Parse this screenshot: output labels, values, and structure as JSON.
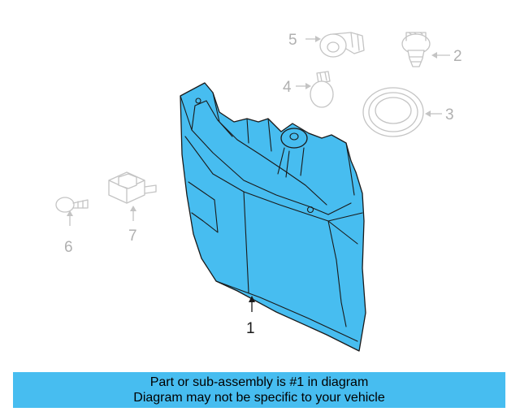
{
  "colors": {
    "main_part": "#47bdf0",
    "caption_bar": "#47bdf0",
    "ghost_parts": "#c4c4c4",
    "ghost_labels": "#b0b0b0",
    "main_label": "#1a1a1a"
  },
  "parts": [
    {
      "id": "1",
      "label": "1",
      "highlighted": true
    },
    {
      "id": "2",
      "label": "2",
      "highlighted": false
    },
    {
      "id": "3",
      "label": "3",
      "highlighted": false
    },
    {
      "id": "4",
      "label": "4",
      "highlighted": false
    },
    {
      "id": "5",
      "label": "5",
      "highlighted": false
    },
    {
      "id": "6",
      "label": "6",
      "highlighted": false
    },
    {
      "id": "7",
      "label": "7",
      "highlighted": false
    }
  ],
  "caption": {
    "line1": "Part or sub-assembly is #1 in diagram",
    "line2": "Diagram may not be specific to your vehicle"
  }
}
